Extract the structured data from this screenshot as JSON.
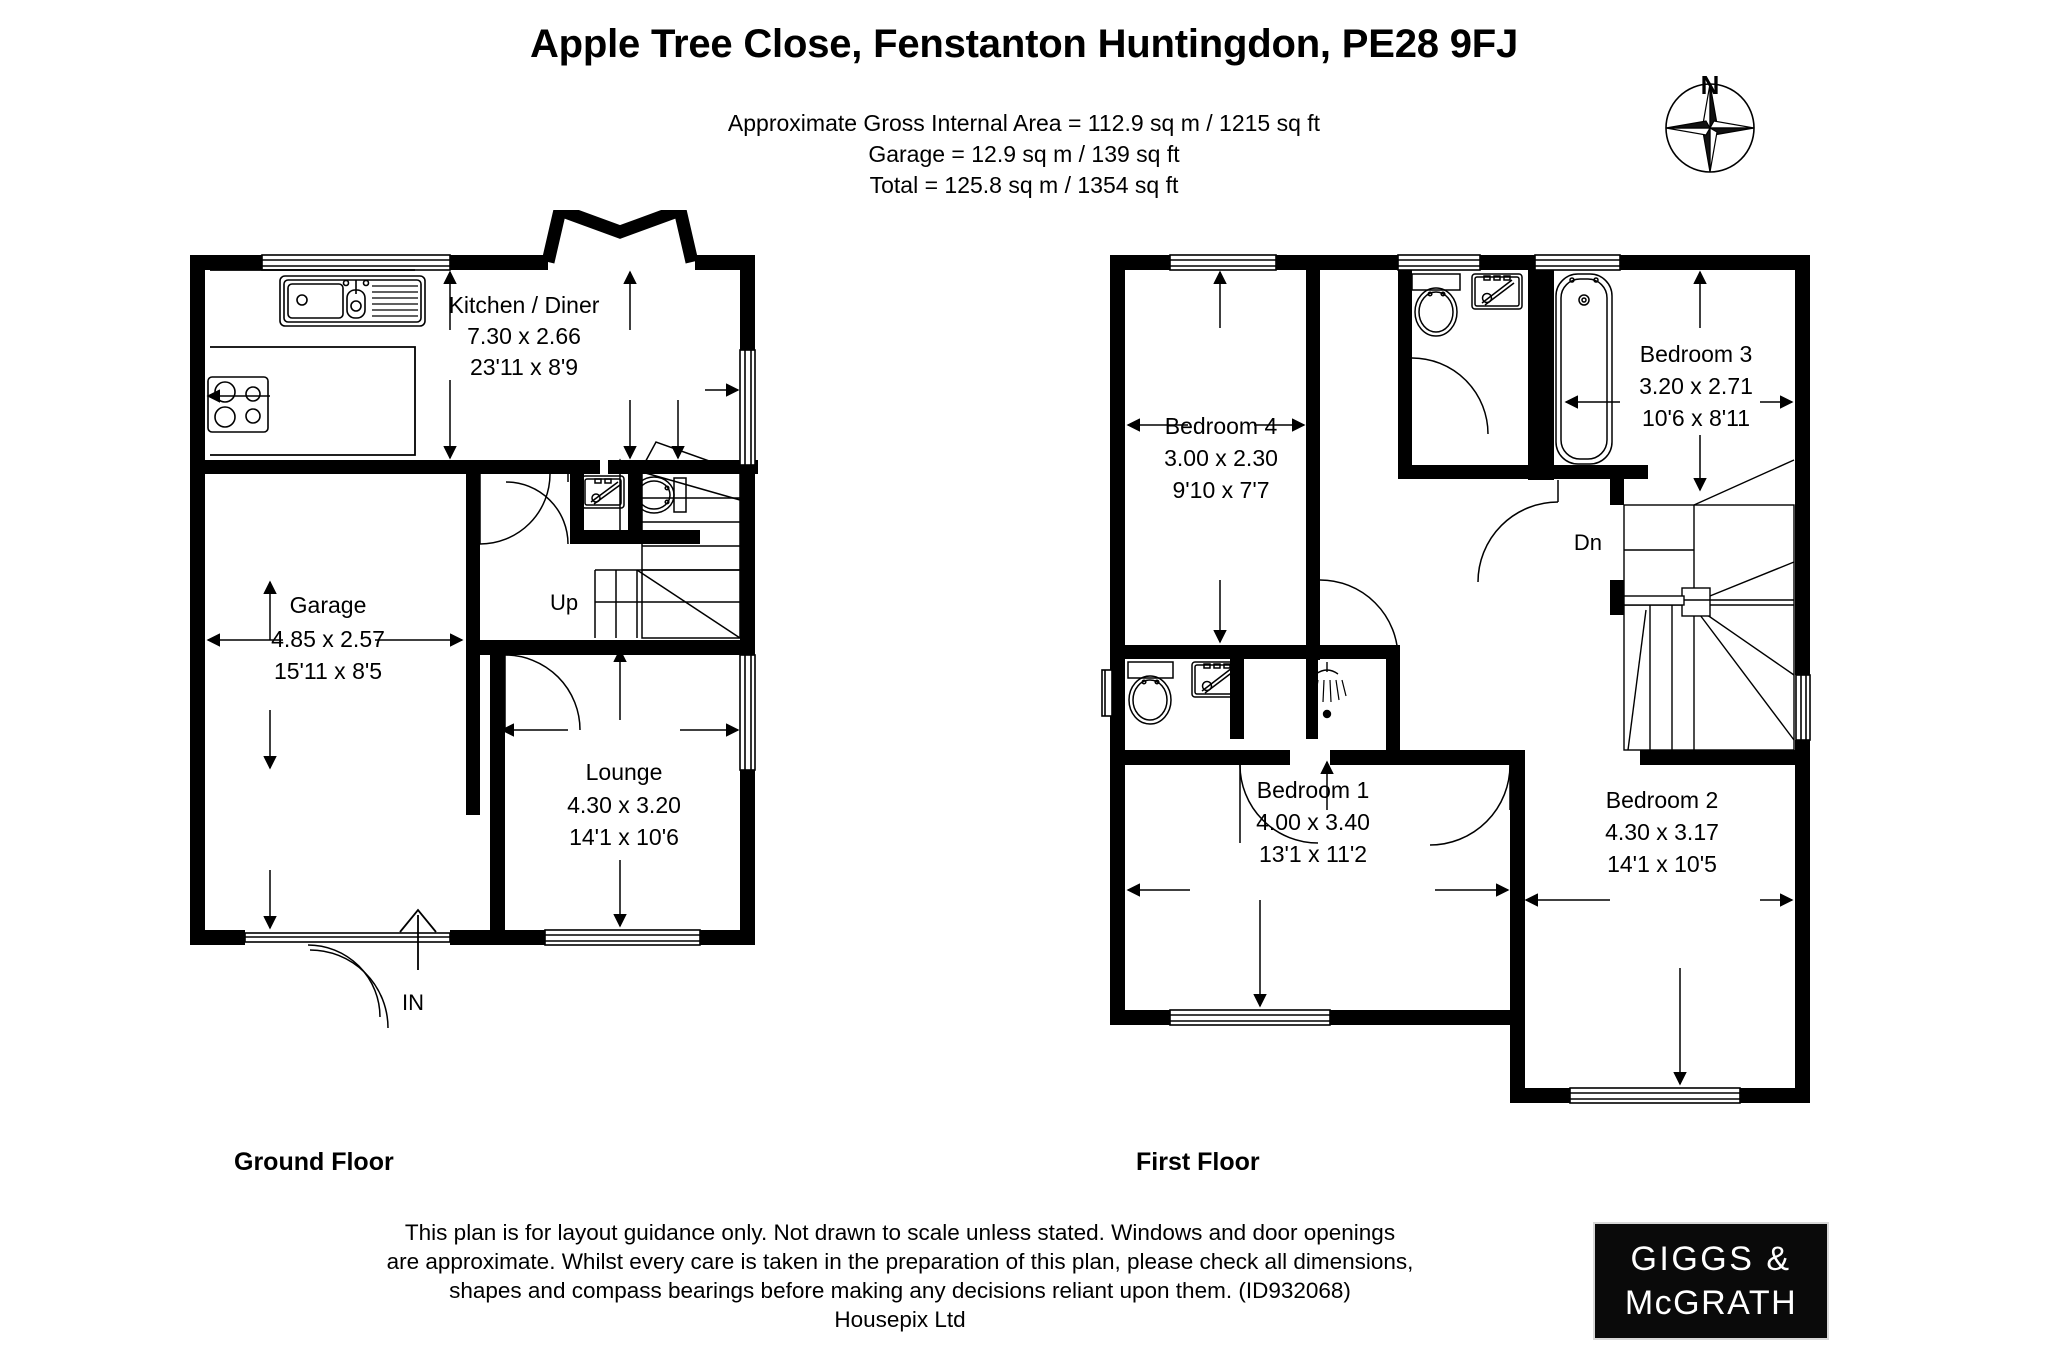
{
  "header": {
    "title": "Apple Tree Close, Fenstanton Huntingdon, PE28 9FJ",
    "area_lines": [
      "Approximate Gross Internal Area = 112.9 sq m / 1215 sq ft",
      "Garage = 12.9 sq m / 139 sq ft",
      "Total = 125.8 sq m / 1354 sq ft"
    ],
    "compass_label": "N"
  },
  "floors": [
    {
      "caption": "Ground Floor",
      "rooms": [
        {
          "name": "Kitchen / Diner",
          "metric": "7.30 x 2.66",
          "imperial": "23'11 x 8'9"
        },
        {
          "name": "Garage",
          "metric": "4.85 x 2.57",
          "imperial": "15'11 x 8'5"
        },
        {
          "name": "Lounge",
          "metric": "4.30 x 3.20",
          "imperial": "14'1 x 10'6"
        }
      ],
      "markers": [
        {
          "label": "Up"
        },
        {
          "label": "IN"
        }
      ]
    },
    {
      "caption": "First Floor",
      "rooms": [
        {
          "name": "Bedroom 4",
          "metric": "3.00 x 2.30",
          "imperial": "9'10 x 7'7"
        },
        {
          "name": "Bedroom 3",
          "metric": "3.20 x 2.71",
          "imperial": "10'6 x 8'11"
        },
        {
          "name": "Bedroom 1",
          "metric": "4.00 x 3.40",
          "imperial": "13'1 x 11'2"
        },
        {
          "name": "Bedroom 2",
          "metric": "4.30 x 3.17",
          "imperial": "14'1 x 10'5"
        }
      ],
      "markers": [
        {
          "label": "Dn"
        }
      ]
    }
  ],
  "footer": {
    "disclaimer_lines": [
      "This plan is for layout guidance only. Not drawn to scale unless stated. Windows and door openings",
      "are approximate. Whilst every care is taken in the preparation of this plan, please check all dimensions,",
      "shapes and compass bearings before making any decisions reliant upon them. (ID932068)",
      "Housepix Ltd"
    ],
    "logo": {
      "line1": "GIGGS &",
      "line2": "McGRATH"
    }
  },
  "colors": {
    "wall": "#000000",
    "background": "#ffffff",
    "fixture_line": "#000000",
    "logo_background": "#0a0a0a",
    "logo_text": "#ffffff"
  }
}
